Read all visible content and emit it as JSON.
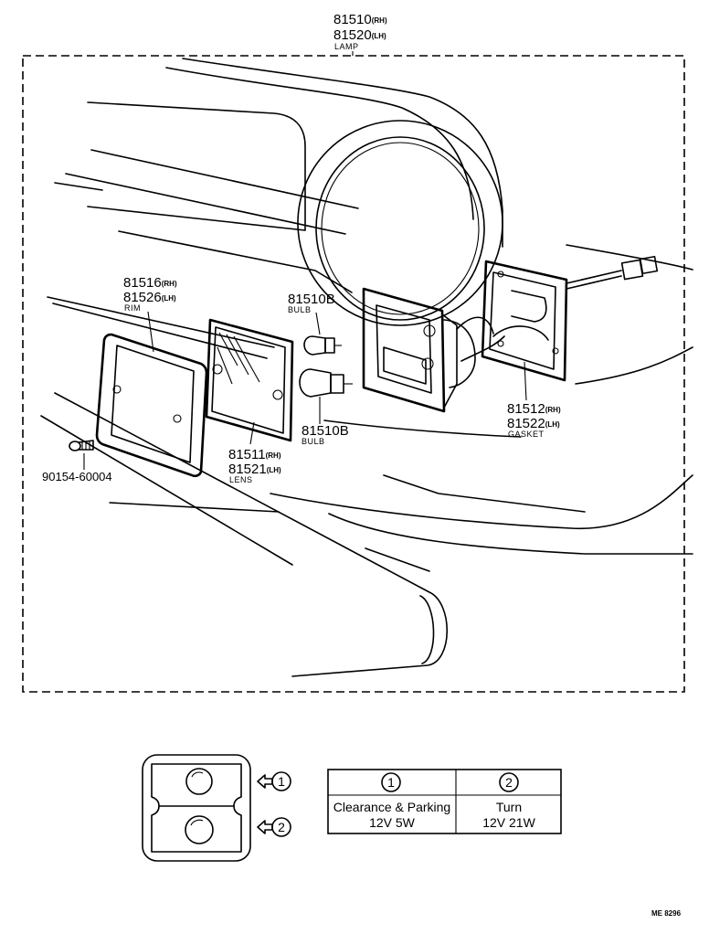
{
  "lamp": {
    "part_rh": "81510",
    "side_rh": "(RH)",
    "part_lh": "81520",
    "side_lh": "(LH)",
    "name": "LAMP"
  },
  "rim": {
    "part_rh": "81516",
    "side_rh": "(RH)",
    "part_lh": "81526",
    "side_lh": "(LH)",
    "name": "RIM"
  },
  "bulb_top": {
    "part": "81510B",
    "name": "BULB"
  },
  "bulb_bottom": {
    "part": "81510B",
    "name": "BULB"
  },
  "lens": {
    "part_rh": "81511",
    "side_rh": "(RH)",
    "part_lh": "81521",
    "side_lh": "(LH)",
    "name": "LENS"
  },
  "gasket": {
    "part_rh": "81512",
    "side_rh": "(RH)",
    "part_lh": "81522",
    "side_lh": "(LH)",
    "name": "GASKET"
  },
  "screw": {
    "part": "90154-60004"
  },
  "legend": {
    "marker1": "1",
    "marker2": "2"
  },
  "bulb_table": {
    "headers": [
      "1",
      "2"
    ],
    "functions": [
      "Clearance & Parking",
      "Turn"
    ],
    "ratings": [
      "12V 5W",
      "12V 21W"
    ]
  },
  "drawing_code": "ME 8296"
}
